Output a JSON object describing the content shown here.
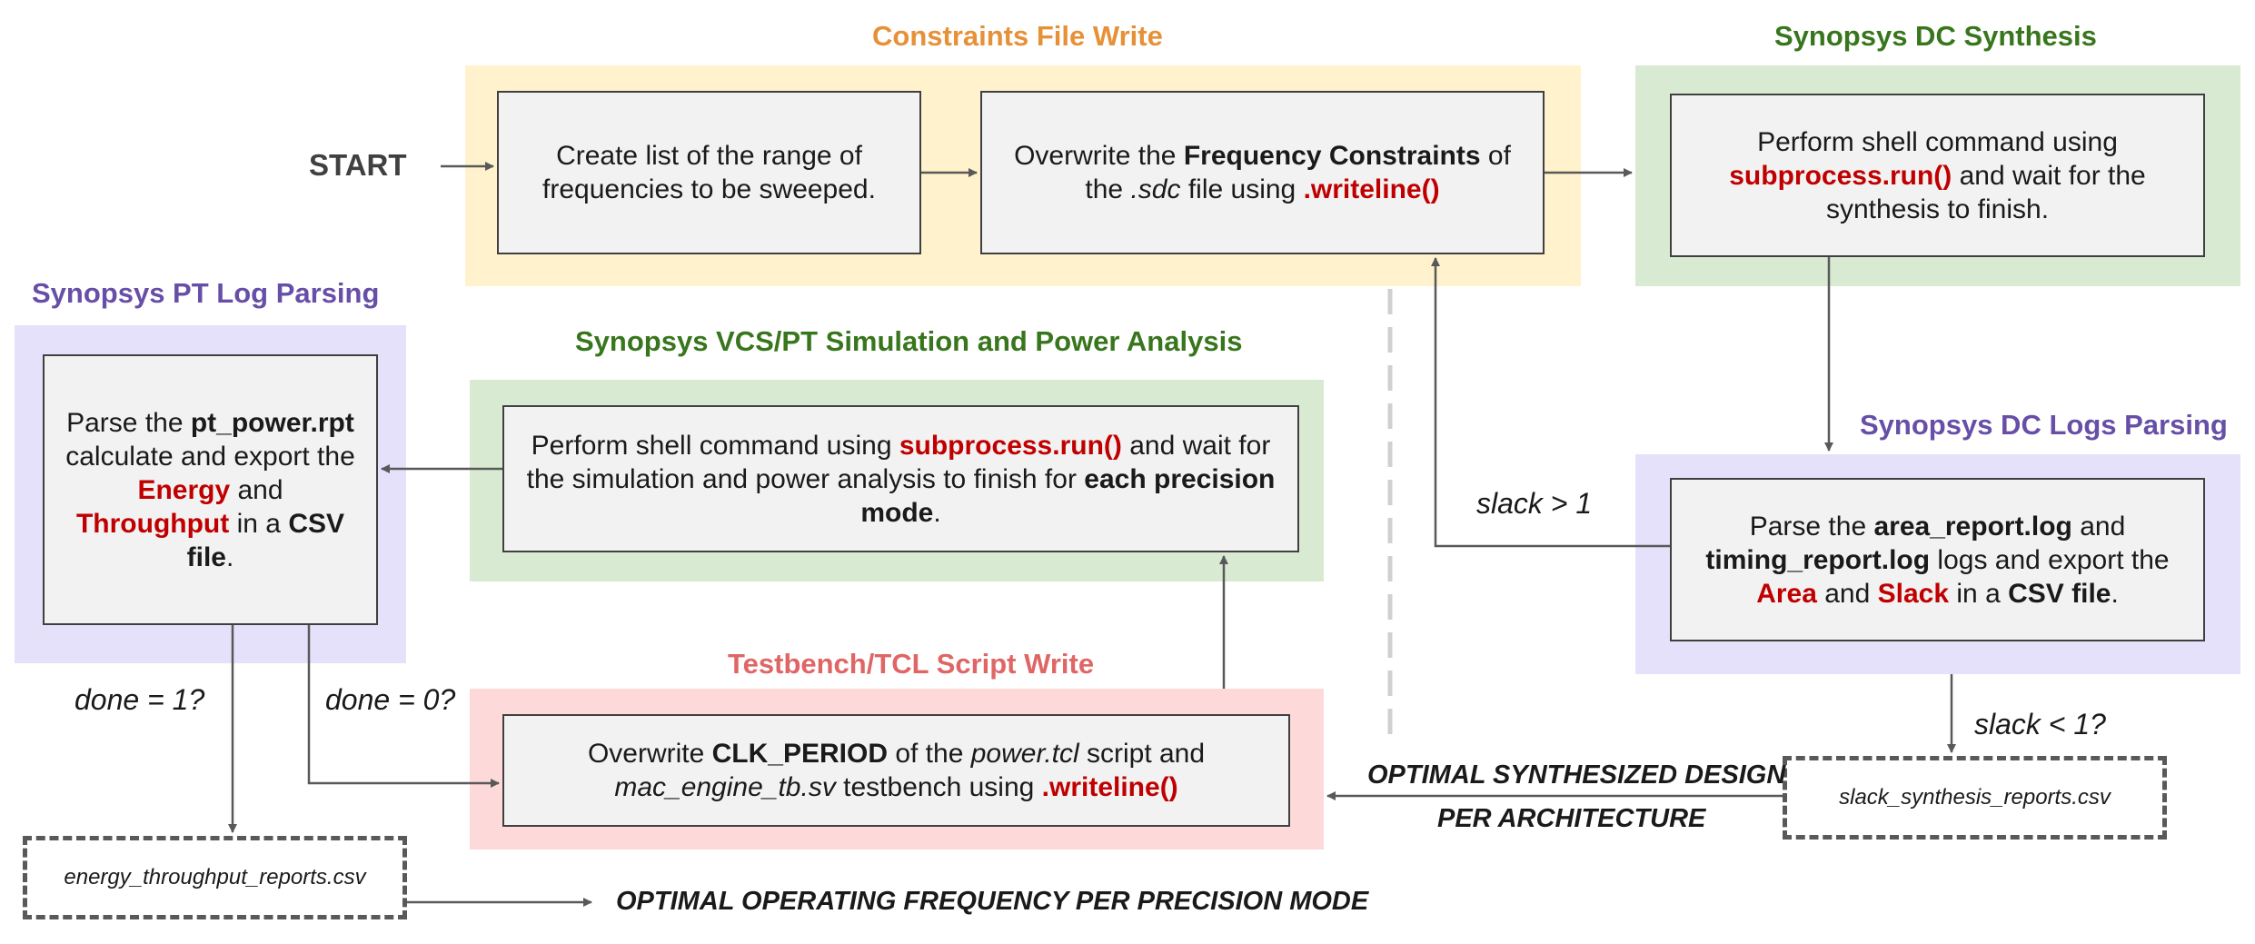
{
  "titles": {
    "constraints": "Constraints File Write",
    "dc_synthesis": "Synopsys DC Synthesis",
    "pt_log": "Synopsys PT Log Parsing",
    "vcs_pt": "Synopsys VCS/PT Simulation and Power Analysis",
    "dc_logs": "Synopsys DC Logs Parsing",
    "testbench": "Testbench/TCL Script Write"
  },
  "start": "START",
  "boxes": {
    "create_list": "Create list of the range of frequencies to be sweeped.",
    "overwrite_freq": {
      "p1": "Overwrite the ",
      "b1": "Frequency Constraints",
      "p2": " of the ",
      "i1": ".sdc",
      "p3": " file using ",
      "r1": ".writeline()"
    },
    "dc_synth": {
      "p1": "Perform shell command using ",
      "r1": "subprocess.run()",
      "p2": " and wait for the synthesis to finish."
    },
    "pt_parse": {
      "p1": "Parse the ",
      "b1": "pt_power.rpt",
      "p2": " calculate and export the ",
      "r1": "Energy",
      "p3": " and ",
      "r2": "Throughput",
      "p4": " in a ",
      "b2": "CSV file",
      "p5": "."
    },
    "vcs_sim": {
      "p1": "Perform shell command using ",
      "r1": "subprocess.run()",
      "p2": " and wait for the simulation and power analysis to finish for ",
      "b1": "each precision mode",
      "p3": "."
    },
    "dc_parse": {
      "p1": "Parse the ",
      "b1": "area_report.log",
      "p2": " and ",
      "b2": "timing_report.log",
      "p3": " logs and export the ",
      "r1": "Area",
      "p4": " and ",
      "r2": "Slack",
      "p5": " in a ",
      "b3": "CSV file",
      "p6": "."
    },
    "tb_write": {
      "p1": "Overwrite ",
      "b1": "CLK_PERIOD",
      "p2": " of the ",
      "i1": "power.tcl",
      "p3": " script and ",
      "i2": "mac_engine_tb.sv",
      "p4": " testbench using ",
      "r1": ".writeline()"
    }
  },
  "files": {
    "energy": "energy_throughput_reports.csv",
    "slack": "slack_synthesis_reports.csv"
  },
  "labels": {
    "slack_gt": "slack > 1",
    "slack_lt": "slack < 1?",
    "done1": "done = 1?",
    "done0": "done = 0?",
    "optimal_design_1": "OPTIMAL SYNTHESIZED DESIGN",
    "optimal_design_2": "PER ARCHITECTURE",
    "optimal_freq": "OPTIMAL OPERATING FREQUENCY PER PRECISION MODE"
  },
  "colors": {
    "orange_title": "#e69138",
    "green_title": "#38761d",
    "purple_title": "#674ea7",
    "red_title": "#e06666",
    "yellow_bg": "#fff2cc",
    "green_bg": "#d9ead3",
    "purple_bg": "#e6e1fb",
    "red_bg": "#fdd9d9",
    "red_text": "#c00000"
  }
}
